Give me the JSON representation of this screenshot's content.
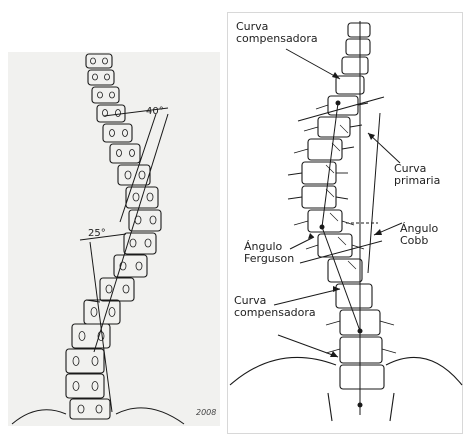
{
  "left_figure": {
    "angle_upper": "40°",
    "angle_lower": "25°",
    "signature": "2008"
  },
  "right_figure": {
    "labels": {
      "curva_compensadora_top": "Curva\ncompensadora",
      "curva_primaria": "Curva\nprimaria",
      "angulo_cobb": "Ángulo\nCobb",
      "angulo_ferguson": "Ángulo\nFerguson",
      "curva_compensadora_bottom": "Curva\ncompensadora"
    }
  },
  "colors": {
    "line": "#1a1a1a",
    "panel_bg": "#f1f1ef"
  }
}
